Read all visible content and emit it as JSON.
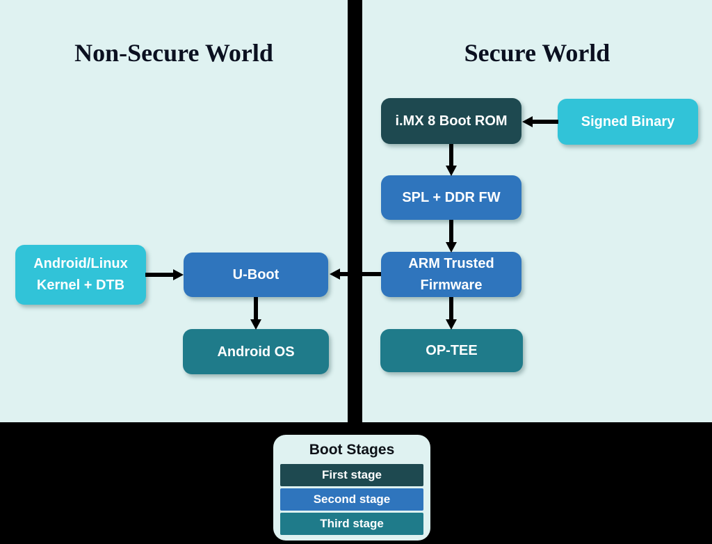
{
  "panels": {
    "left": {
      "title": "Non-Secure World"
    },
    "right": {
      "title": "Secure World"
    }
  },
  "nodes": {
    "boot_rom": {
      "label": "i.MX 8 Boot ROM",
      "stage": "first"
    },
    "signed_binary": {
      "label": "Signed Binary",
      "stage": "input"
    },
    "spl": {
      "label": "SPL + DDR FW",
      "stage": "second"
    },
    "atf": {
      "lines": [
        "ARM Trusted",
        "Firmware"
      ],
      "stage": "second"
    },
    "optee": {
      "label": "OP-TEE",
      "stage": "third"
    },
    "android_linux": {
      "lines": [
        "Android/Linux",
        "Kernel + DTB"
      ],
      "stage": "input"
    },
    "uboot": {
      "label": "U-Boot",
      "stage": "second"
    },
    "android_os": {
      "label": "Android OS",
      "stage": "third"
    }
  },
  "arrows": [
    {
      "from": "signed_binary",
      "to": "boot_rom",
      "direction": "left"
    },
    {
      "from": "boot_rom",
      "to": "spl",
      "direction": "down"
    },
    {
      "from": "spl",
      "to": "atf",
      "direction": "down"
    },
    {
      "from": "atf",
      "to": "optee",
      "direction": "down"
    },
    {
      "from": "atf",
      "to": "uboot",
      "direction": "left"
    },
    {
      "from": "android_linux",
      "to": "uboot",
      "direction": "right"
    },
    {
      "from": "uboot",
      "to": "android_os",
      "direction": "down"
    }
  ],
  "legend": {
    "title": "Boot Stages",
    "items": [
      {
        "label": "First stage",
        "color": "#1e4950"
      },
      {
        "label": "Second stage",
        "color": "#2f75bd"
      },
      {
        "label": "Third stage",
        "color": "#1f7b8a"
      }
    ]
  },
  "colors": {
    "panel_background": "#dff2f1",
    "page_background": "#000000",
    "first_stage": "#1e4950",
    "second_stage": "#2f75bd",
    "third_stage": "#1f7b8a",
    "input_binary": "#31c3d8",
    "arrow": "#000000",
    "box_text": "#ffffff",
    "title_text": "#0b1020"
  }
}
